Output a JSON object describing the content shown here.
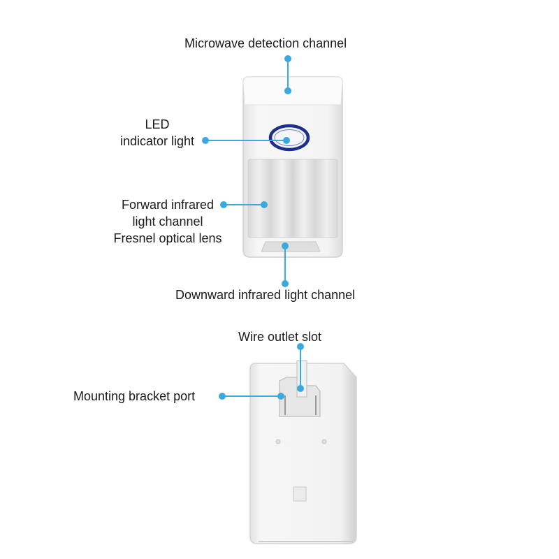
{
  "labels": {
    "microwave": "Microwave detection channel",
    "led_line1": "LED",
    "led_line2": "indicator light",
    "forward_line1": "Forward infrared",
    "forward_line2": "light channel",
    "forward_line3": "Fresnel optical lens",
    "downward": "Downward infrared light channel",
    "wire_outlet": "Wire outlet slot",
    "mounting": "Mounting bracket port"
  },
  "colors": {
    "callout": "#3aa9e0",
    "body": "#f2f2f2",
    "led_ring": "#1d2f8a"
  },
  "icons": {
    "sensor_front": "pir-sensor-front-view",
    "sensor_back": "pir-sensor-back-view"
  }
}
